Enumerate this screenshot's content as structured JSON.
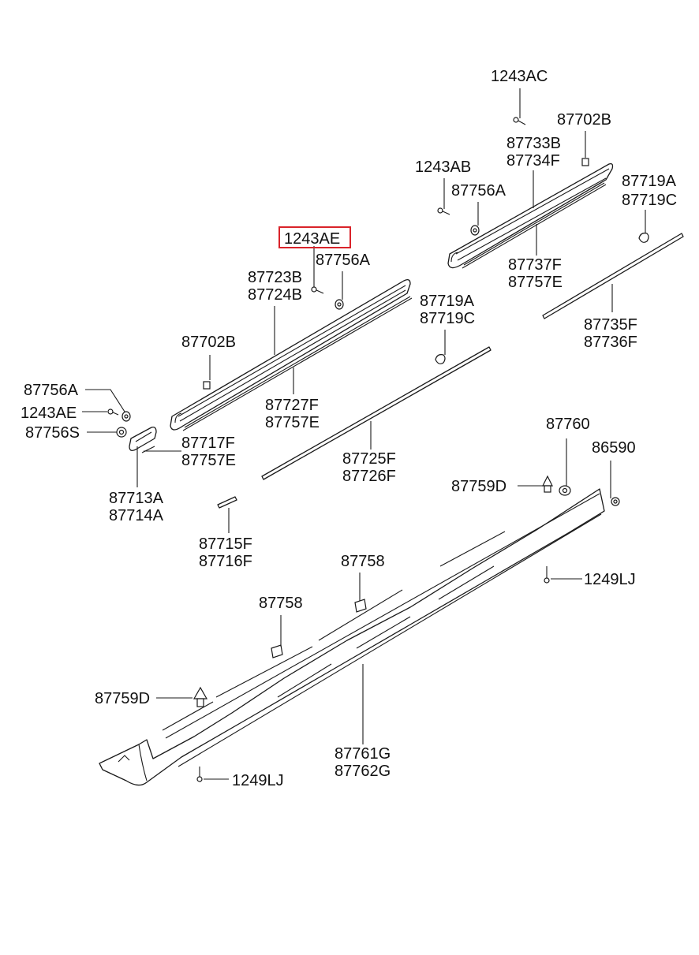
{
  "diagram": {
    "highlight_color": "#d9232a",
    "labels": {
      "p1243ac": "1243AC",
      "p87702b_top": "87702B",
      "p87733b": "87733B",
      "p87734f": "87734F",
      "p1243ab": "1243AB",
      "p87756a_top": "87756A",
      "p87719a_top": "87719A",
      "p87719c_top": "87719C",
      "p87737f": "87737F",
      "p87757e_top": "87757E",
      "p1243ae_highlight": "1243AE",
      "p87756a_mid": "87756A",
      "p87723b": "87723B",
      "p87724b": "87724B",
      "p87719a_mid": "87719A",
      "p87719c_mid": "87719C",
      "p87735f": "87735F",
      "p87736f": "87736F",
      "p87702b_mid": "87702B",
      "p87756a_left": "87756A",
      "p1243ae_left": "1243AE",
      "p87756s": "87756S",
      "p87727f": "87727F",
      "p87757e_mid": "87757E",
      "p87717f": "87717F",
      "p87757e_left": "87757E",
      "p87713a": "87713A",
      "p87714a": "87714A",
      "p87725f": "87725F",
      "p87726f": "87726F",
      "p87760": "87760",
      "p86590": "86590",
      "p87759d_right": "87759D",
      "p87715f": "87715F",
      "p87716f": "87716F",
      "p87758_right": "87758",
      "p1249lj_right": "1249LJ",
      "p87758_left": "87758",
      "p87759d_left": "87759D",
      "p87761g": "87761G",
      "p87762g": "87762G",
      "p1249lj_bottom": "1249LJ"
    }
  }
}
